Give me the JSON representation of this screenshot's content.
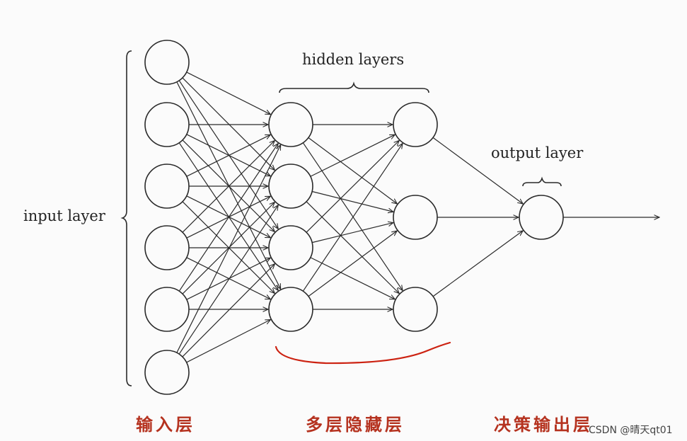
{
  "labels": {
    "input": "input layer",
    "hidden": "hidden layers",
    "output": "output layer"
  },
  "captions": {
    "input": "输入层",
    "hidden": "多层隐藏层",
    "output": "决策输出层"
  },
  "watermark": "CSDN @晴天qt01",
  "network": {
    "layer_sizes": [
      6,
      4,
      3,
      1
    ],
    "output_arrow": true
  },
  "colors": {
    "stroke": "#2a2a2a",
    "caption": "#b5321f",
    "annotation": "#cc2211"
  }
}
